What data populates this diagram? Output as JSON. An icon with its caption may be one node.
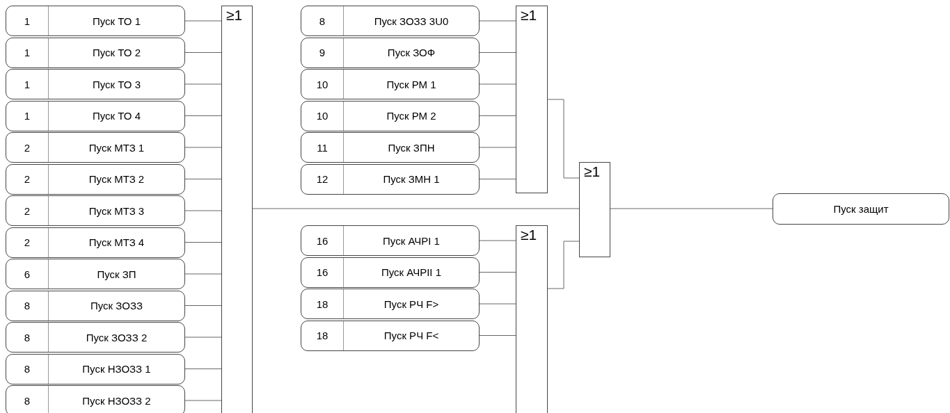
{
  "diagram": {
    "nodes": [
      {
        "text": [
          "1",
          "Пуск ТО 1"
        ]
      },
      {
        "text": [
          "1",
          "Пуск ТО 2"
        ]
      },
      {
        "text": [
          "1",
          "Пуск ТО 3"
        ]
      },
      {
        "text": [
          "1",
          "Пуск ТО 4"
        ]
      },
      {
        "text": [
          "2",
          "Пуск МТЗ 1"
        ]
      },
      {
        "text": [
          "2",
          "Пуск МТЗ 2"
        ]
      },
      {
        "text": [
          "2",
          "Пуск МТЗ 3"
        ]
      },
      {
        "text": [
          "2",
          "Пуск МТЗ 4"
        ]
      },
      {
        "text": [
          "6",
          "Пуск ЗП"
        ]
      },
      {
        "text": [
          "8",
          "Пуск ЗОЗЗ"
        ]
      },
      {
        "text": [
          "8",
          "Пуск ЗОЗЗ 2"
        ]
      },
      {
        "text": [
          "8",
          "Пуск НЗОЗЗ 1"
        ]
      },
      {
        "text": [
          "8",
          "Пуск НЗОЗЗ 2"
        ]
      },
      {
        "text": [
          "≥1"
        ]
      },
      {
        "text": [
          "8",
          "Пуск ЗОЗЗ 3U0"
        ]
      },
      {
        "text": [
          "9",
          "Пуск ЗОФ"
        ]
      },
      {
        "text": [
          "10",
          "Пуск РМ 1"
        ]
      },
      {
        "text": [
          "10",
          "Пуск РМ 2"
        ]
      },
      {
        "text": [
          "11",
          "Пуск ЗПН"
        ]
      },
      {
        "text": [
          "12",
          "Пуск ЗМН 1"
        ]
      },
      {
        "text": [
          "≥1"
        ]
      },
      {
        "text": [
          "16",
          "Пуск АЧРI 1"
        ]
      },
      {
        "text": [
          "16",
          "Пуск АЧРII 1"
        ]
      },
      {
        "text": [
          "18",
          "Пуск РЧ F>"
        ]
      },
      {
        "text": [
          "18",
          "Пуск РЧ F<"
        ]
      },
      {
        "text": [
          "≥1"
        ]
      },
      {
        "text": [
          "≥1"
        ]
      },
      {
        "text": [
          "Пуск защит"
        ]
      }
    ],
    "edges": [
      {
        "from": 0,
        "to": 13,
        "arrow": "none"
      },
      {
        "from": 1,
        "to": 13,
        "arrow": "none"
      },
      {
        "from": 2,
        "to": 13,
        "arrow": "none"
      },
      {
        "from": 3,
        "to": 13,
        "arrow": "none"
      },
      {
        "from": 4,
        "to": 13,
        "arrow": "none"
      },
      {
        "from": 5,
        "to": 13,
        "arrow": "none"
      },
      {
        "from": 6,
        "to": 13,
        "arrow": "none"
      },
      {
        "from": 7,
        "to": 13,
        "arrow": "none"
      },
      {
        "from": 8,
        "to": 13,
        "arrow": "none"
      },
      {
        "from": 9,
        "to": 13,
        "arrow": "none"
      },
      {
        "from": 10,
        "to": 13,
        "arrow": "none"
      },
      {
        "from": 11,
        "to": 13,
        "arrow": "none"
      },
      {
        "from": 12,
        "to": 13,
        "arrow": "none"
      },
      {
        "from": 14,
        "to": 20,
        "arrow": "none"
      },
      {
        "from": 15,
        "to": 20,
        "arrow": "none"
      },
      {
        "from": 16,
        "to": 20,
        "arrow": "none"
      },
      {
        "from": 17,
        "to": 20,
        "arrow": "none"
      },
      {
        "from": 18,
        "to": 20,
        "arrow": "none"
      },
      {
        "from": 19,
        "to": 20,
        "arrow": "none"
      },
      {
        "from": 21,
        "to": 25,
        "arrow": "none"
      },
      {
        "from": 22,
        "to": 25,
        "arrow": "none"
      },
      {
        "from": 23,
        "to": 25,
        "arrow": "none"
      },
      {
        "from": 24,
        "to": 25,
        "arrow": "none"
      },
      {
        "from": 20,
        "to": 26,
        "arrow": "none"
      },
      {
        "from": 13,
        "to": 26,
        "arrow": "none"
      },
      {
        "from": 25,
        "to": 26,
        "arrow": "none"
      },
      {
        "from": 26,
        "to": 27,
        "arrow": "none"
      }
    ]
  }
}
